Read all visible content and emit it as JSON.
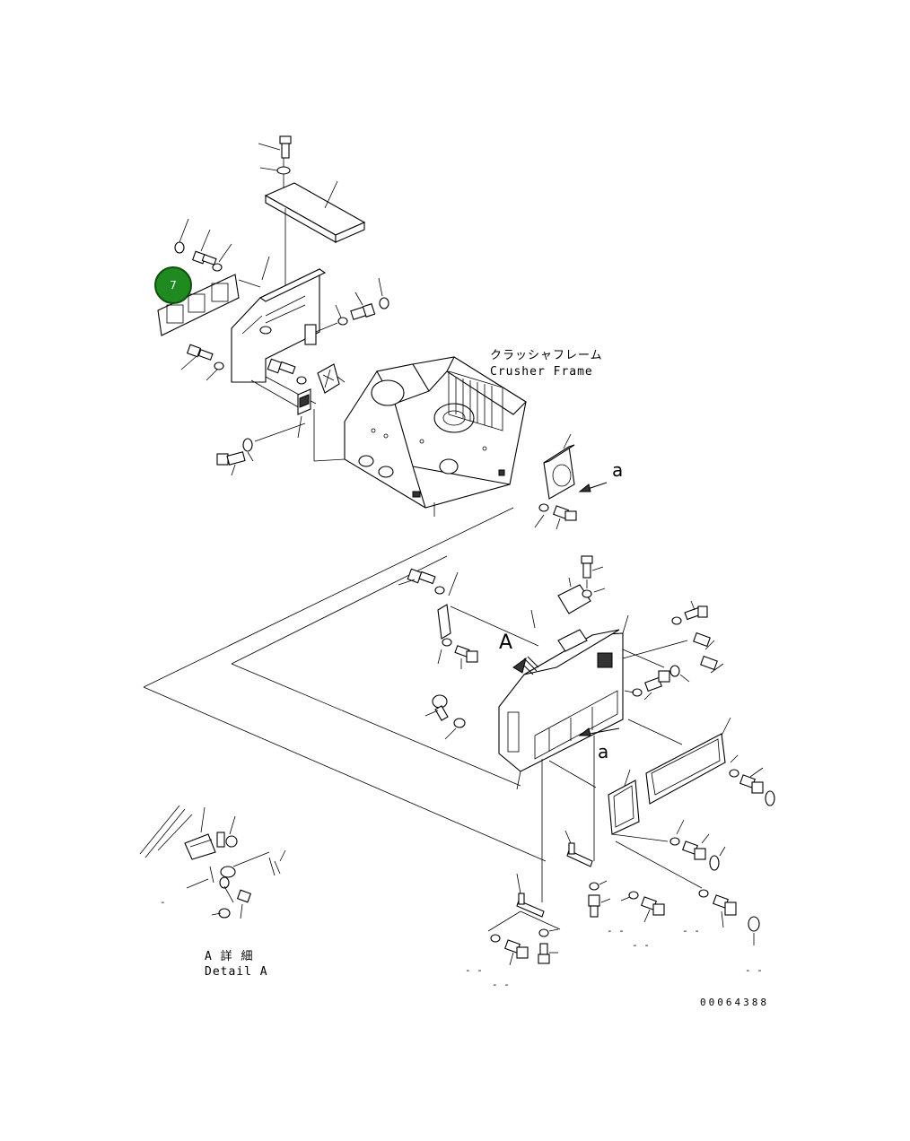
{
  "frame_label_jp": "クラッシャフレーム",
  "frame_label_en": "Crusher Frame",
  "view_marker_upper": "a",
  "view_marker_lower": "a",
  "detail_marker": "A",
  "detail_label_jp": "A 詳 細",
  "detail_label_en": "Detail A",
  "callout_number": "7",
  "callout_color": "#1f8a1f",
  "drawing_number": "00064388",
  "dash_labels": [
    "- -",
    "- -",
    "- -",
    "- -",
    "- -",
    "- -",
    "- -",
    "-"
  ]
}
